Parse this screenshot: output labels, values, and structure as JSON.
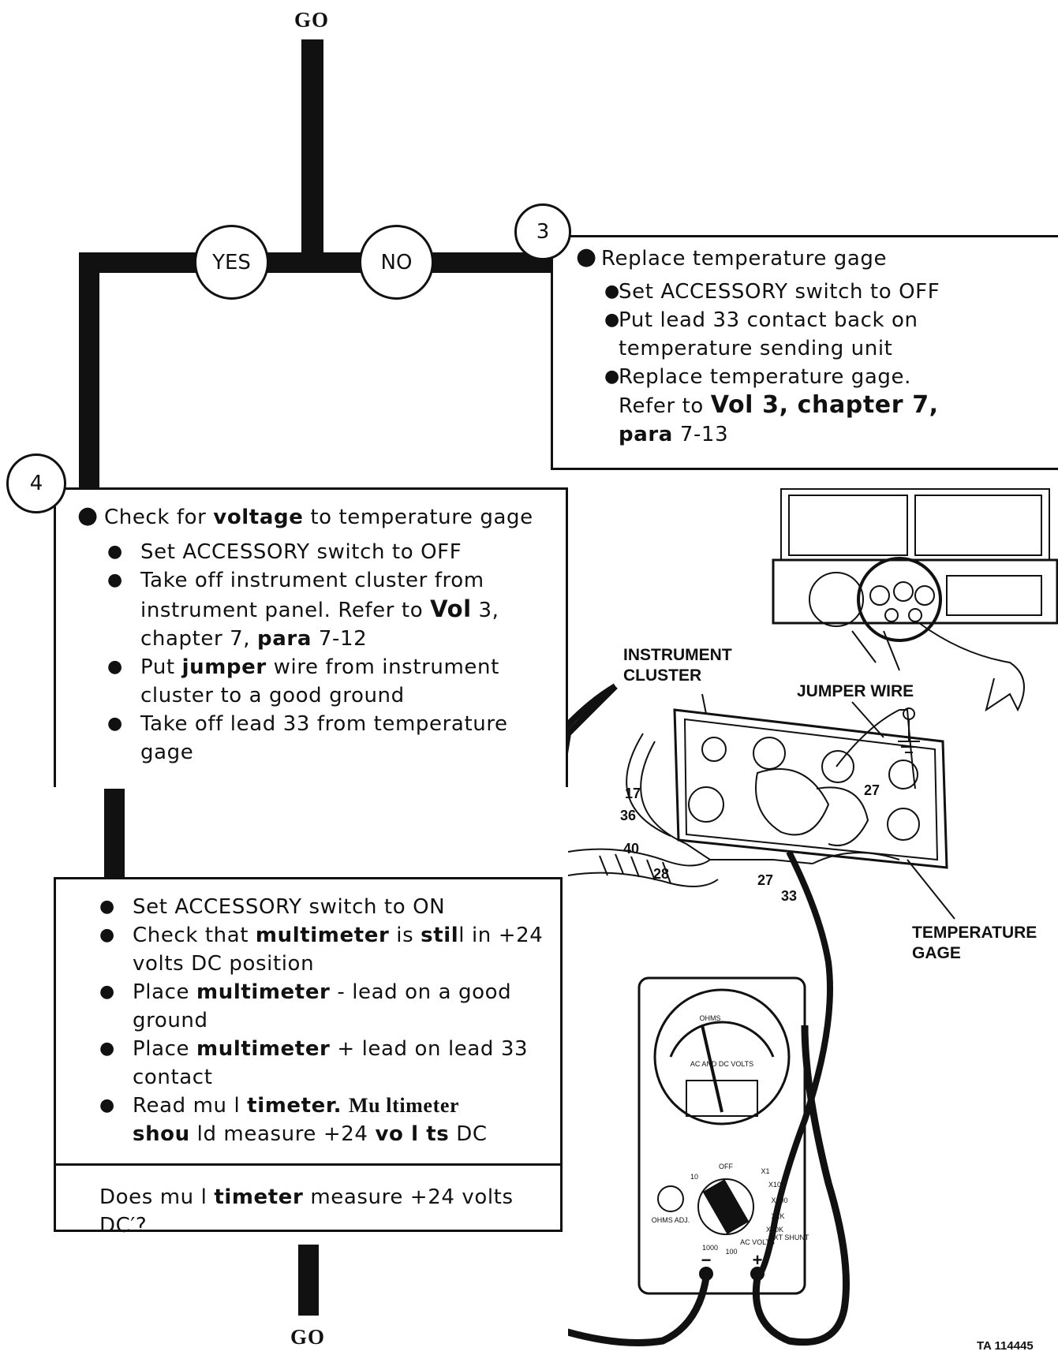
{
  "flow": {
    "go_top": "GO",
    "go_bottom": "GO",
    "yes": "YES",
    "no": "NO"
  },
  "step3": {
    "number": "3",
    "title": "Replace temperature gage",
    "items": [
      "Set ACCESSORY switch to OFF",
      "Put lead 33 contact back on temperature sending unit",
      "Replace temperature gage."
    ],
    "ref_prefix": "Refer to",
    "ref_vol": "Vol 3, chapter 7,",
    "ref_para_word": "para",
    "ref_para_num": "7-13"
  },
  "step4": {
    "number": "4",
    "title_pre": "Check for",
    "title_bold": "voltage",
    "title_post": "to temperature gage",
    "item1": "Set ACCESSORY switch to OFF",
    "item2_a": "Take off instrument cluster from instrument panel. Refer to",
    "item2_vol": "Vol",
    "item2_b": "3, chapter 7,",
    "item2_para": "para",
    "item2_num": "7-12",
    "item3_a": "Put",
    "item3_bold": "jumper",
    "item3_b": "wire from instrument cluster to a good ground",
    "item4": "Take off lead 33 from temperature gage"
  },
  "step4b": {
    "item1": "Set ACCESSORY switch to ON",
    "item2_a": "Check that",
    "item2_bold": "multimeter",
    "item2_b": "is",
    "item2_bold2": "stil",
    "item2_c": "l in +24 volts DC position",
    "item3_a": "Place",
    "item3_bold": "multimeter",
    "item3_b": "- lead on a good ground",
    "item4_a": "Place",
    "item4_bold": "multimeter",
    "item4_b": "+ lead on lead 33 contact",
    "item5_a": "Read mu l",
    "item5_bold": "timeter.",
    "item5_b": "Mu ltimeter",
    "item5_bold2": "shou",
    "item5_c": "ld measure +24",
    "item5_bold3": "vo l ts",
    "item5_d": "DC",
    "question_a": "Does mu l",
    "question_bold": "timeter",
    "question_b": "measure +24 volts DC′?"
  },
  "illustration": {
    "label_cluster": "INSTRUMENT CLUSTER",
    "label_jumper": "JUMPER WIRE",
    "label_gage": "TEMPERATURE GAGE",
    "wire_17": "17",
    "wire_36": "36",
    "wire_40": "40",
    "wire_28": "28",
    "wire_27a": "27",
    "wire_27b": "27",
    "wire_33": "33",
    "meter_ohms": "OHMS",
    "meter_acdc": "AC AND DC VOLTS",
    "meter_off": "OFF",
    "meter_ohms_adj": "OHMS ADJ.",
    "meter_ac_volts": "AC VOLTS",
    "meter_ext_shunt": "EXT SHUNT",
    "meter_minus": "−",
    "meter_plus": "+",
    "meter_r1": "X1",
    "meter_r10": "X10",
    "meter_r100": "X100",
    "meter_r1k": "X1K",
    "meter_r10k": "X10K",
    "meter_v10": "10",
    "meter_v100": "100",
    "meter_v1000": "1000"
  },
  "figure_id": "TA 114445"
}
